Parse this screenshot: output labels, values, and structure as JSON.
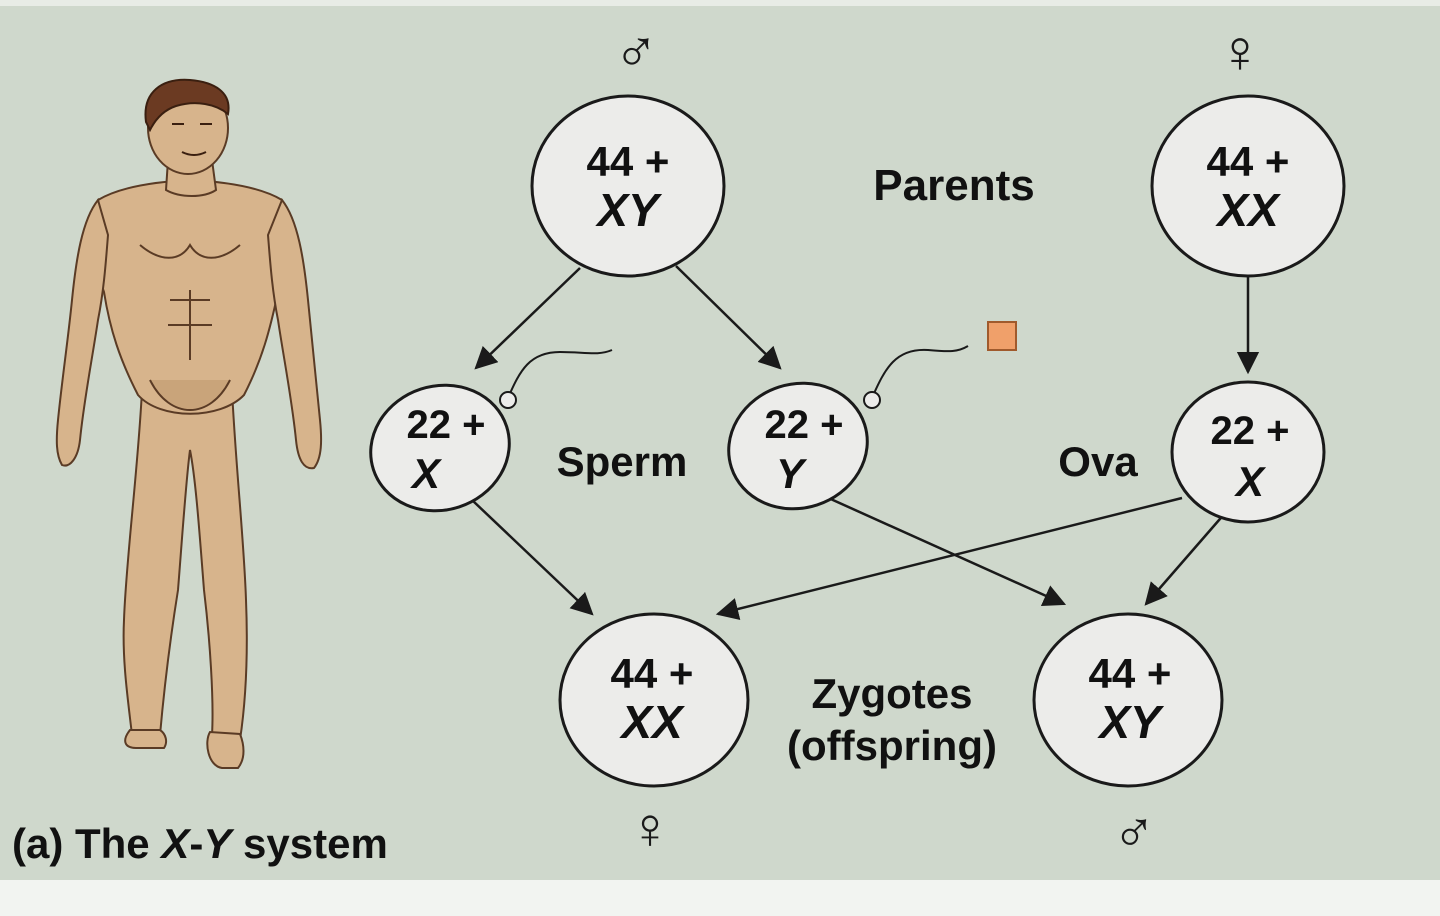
{
  "colors": {
    "background": "#cfd8cc",
    "cell_fill": "#ececea",
    "cell_stroke": "#1a1a1a",
    "skin": "#d7b48c",
    "hair": "#6b3a22",
    "marker": "#f0a06a"
  },
  "symbols": {
    "male": "♂",
    "female": "♀"
  },
  "parents": {
    "label": "Parents",
    "male_cell": {
      "line1": "44 +",
      "line2": "XY"
    },
    "female_cell": {
      "line1": "44 +",
      "line2": "XX"
    }
  },
  "sperm": {
    "label": "Sperm",
    "x_cell": {
      "line1": "22 +",
      "line2": "X"
    },
    "y_cell": {
      "line1": "22 +",
      "line2": "Y"
    }
  },
  "ova": {
    "label": "Ova",
    "x_cell": {
      "line1": "22 +",
      "line2": "X"
    }
  },
  "zygotes": {
    "label_line1": "Zygotes",
    "label_line2": "(offspring)",
    "female_cell": {
      "line1": "44 +",
      "line2": "XX"
    },
    "male_cell": {
      "line1": "44 +",
      "line2": "XY"
    }
  },
  "caption": {
    "prefix": "(a) The ",
    "x": "X",
    "dash": "-",
    "y": "Y",
    "suffix": " system"
  }
}
